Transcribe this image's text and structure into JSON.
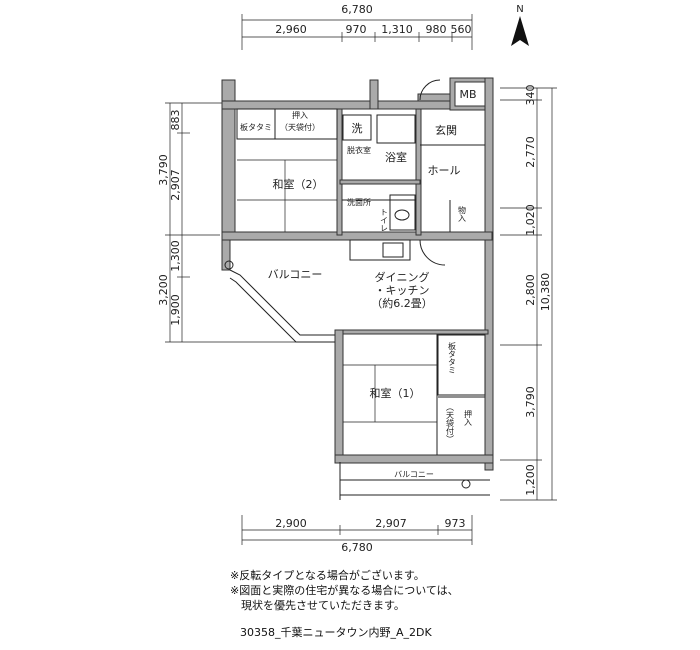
{
  "dimensions": {
    "top_total": "6,780",
    "top_segments": [
      "2,960",
      "970",
      "1,310",
      "980",
      "560"
    ],
    "bottom_segments": [
      "2,900",
      "2,907",
      "973"
    ],
    "bottom_total": "6,780",
    "left_outer": [
      "3,790",
      "3,200"
    ],
    "left_inner": [
      "883",
      "2,907",
      "1,300",
      "1,900"
    ],
    "right_inner": [
      "340",
      "2,770",
      "1,020",
      "2,800",
      "3,790",
      "1,200"
    ],
    "right_total": "10,380"
  },
  "compass": {
    "label": "N"
  },
  "rooms": {
    "mb": "MB",
    "oshiire_top": "押入",
    "tenbukuro_top": "（天袋付）",
    "ita_tatami_top": "板タタミ",
    "sentaku": "洗",
    "datsuishitsu": "脱衣室",
    "yokushitsu": "浴室",
    "genkan": "玄関",
    "hall": "ホール",
    "washitsu2": "和室（2）",
    "senmenjo": "洗面所",
    "toilet": "トイレ",
    "monoire": "物入",
    "balcony_left": "バルコニー",
    "dk_line1": "ダイニング",
    "dk_line2": "・キッチン",
    "dk_line3": "（約6.2畳）",
    "washitsu1": "和室（1）",
    "ita_tatami_right": "板タタミ",
    "oshiire_right": "押入",
    "tenbukuro_right": "（天袋付）",
    "balcony_bottom": "バルコニー"
  },
  "notes": [
    "※反転タイプとなる場合がございます。",
    "※図面と実際の住宅が異なる場合については、",
    "　現状を優先させていただきます。"
  ],
  "plan_code": "30358_千葉ニュータウン内野_A_2DK"
}
